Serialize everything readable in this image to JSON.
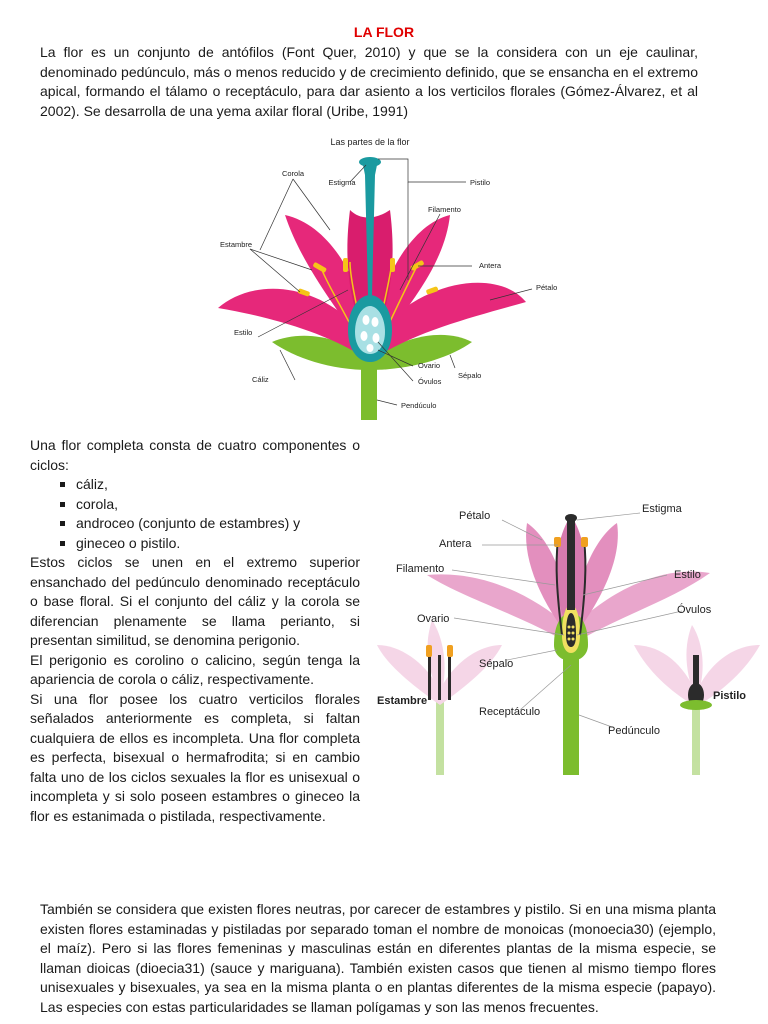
{
  "document": {
    "title": "LA FLOR",
    "intro": "La flor es un conjunto de antófilos (Font Quer, 2010) y que se la considera con un eje caulinar, denominado pedúnculo, más o menos reducido y de crecimiento definido, que se ensancha en el extremo apical, formando el tálamo o receptáculo, para dar asiento a los verticilos florales (Gómez-Álvarez, et al 2002). Se desarrolla de una yema axilar floral (Uribe, 1991)",
    "components_intro": "Una flor completa consta de cuatro componentes o ciclos:",
    "components": [
      "cáliz,",
      "corola,",
      "androceo (conjunto de estambres) y",
      "gineceo o pistilo."
    ],
    "paragraphs": [
      "Estos ciclos se unen en el extremo superior ensanchado del pedúnculo denominado receptáculo o base floral. Si el conjunto del cáliz y la corola se diferencian plenamente se llama perianto, si presentan similitud, se denomina perigonio.",
      "El perigonio es corolino o calicino, según tenga la apariencia de corola o cáliz, respectivamente.",
      "Si una flor posee los cuatro verticilos florales señalados anteriormente es completa, si faltan cualquiera de ellos es incompleta. Una flor completa es perfecta, bisexual o hermafrodita; si en cambio falta uno de los ciclos sexuales la flor es unisexual o incompleta y si solo poseen estambres o gineceo la flor es estanimada o pistilada, respectivamente."
    ],
    "bottom": "También se considera que existen flores neutras, por carecer de estambres y pistilo. Si en una misma planta existen flores estaminadas y pistiladas por separado toman el nombre de monoicas (monoecia30) (ejemplo, el maíz). Pero si las flores femeninas y masculinas están en diferentes plantas de la misma especie, se llaman dioicas (dioecia31) (sauce y mariguana). También existen casos que tienen al mismo tiempo flores unisexuales y bisexuales, ya sea en la misma planta o en plantas diferentes de la misma especie (papayo). Las especies con estas particularidades se llaman polígamas y son las menos frecuentes."
  },
  "figure1": {
    "title": "Las partes de la flor",
    "labels": {
      "corola": "Corola",
      "estigma": "Estigma",
      "pistilo": "Pistilo",
      "filamento": "Filamento",
      "estambre": "Estambre",
      "antera": "Antera",
      "petalo": "Pétalo",
      "estilo": "Estilo",
      "ovario": "Ovario",
      "caliz": "Cáliz",
      "ovulos": "Óvulos",
      "sepalo": "Sépalo",
      "pedunculo": "Pendúculo"
    },
    "colors": {
      "petal": "#e6287a",
      "sepal": "#7cbd2e",
      "pistil": "#1a9aa0",
      "anther": "#f5c518"
    }
  },
  "figure2": {
    "labels": {
      "petalo": "Pétalo",
      "estigma": "Estigma",
      "antera": "Antera",
      "filamento": "Filamento",
      "estilo": "Estilo",
      "ovario": "Ovario",
      "ovulos": "Óvulos",
      "sepalo": "Sépalo",
      "estambre": "Estambre",
      "pistilo": "Pistilo",
      "receptaculo": "Receptáculo",
      "pedunculo": "Pedúnculo"
    },
    "colors": {
      "petal": "#e9a6cc",
      "stem": "#7cbd2e",
      "style": "#2b2b2b",
      "anther": "#f0a020"
    }
  }
}
